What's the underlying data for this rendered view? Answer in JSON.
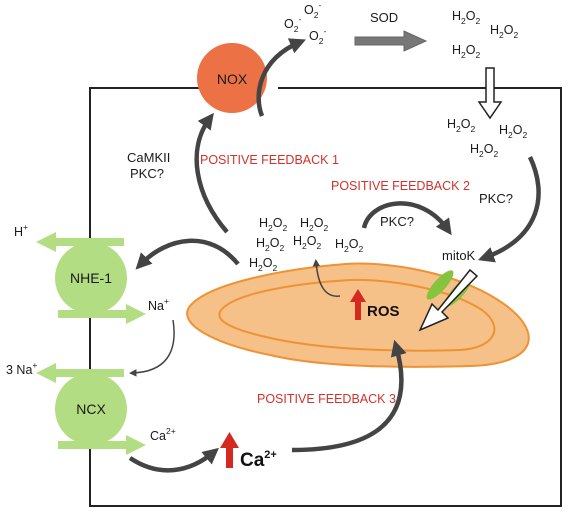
{
  "colors": {
    "nox": "#ec7144",
    "transporter": "#b3dd82",
    "mito_fill": "#f6c089",
    "mito_stroke": "#ee9334",
    "arrow": "#444444",
    "up_arrow": "#d5281f",
    "feedback_text": "#d2322d",
    "mitok": "#86c33f"
  },
  "labels": {
    "nox": "NOX",
    "sod": "SOD",
    "superoxide": {
      "base": "O",
      "sub": "2",
      "sup": "-"
    },
    "h2o2": {
      "base": "H",
      "mid": "O",
      "sub": "2"
    },
    "kinases_left_1": "CaMKII",
    "kinases_left_2": "PKC?",
    "pkc_top": "PKC?",
    "pkc_right": "PKC?",
    "mitok": "mitoK",
    "ros": "ROS",
    "ca": "Ca",
    "ca_sup": "2+",
    "nhe1": "NHE-1",
    "ncx": "NCX",
    "h": "H",
    "h_sup": "+",
    "na": "Na",
    "na_sup": "+",
    "three_na": "3 Na",
    "three_na_sup": "+",
    "ca_small": "Ca",
    "ca_small_sup": "2+",
    "feedback_1": "POSITIVE FEEDBACK 1",
    "feedback_2": "POSITIVE FEEDBACK 2",
    "feedback_3": "POSITIVE FEEDBACK 3"
  }
}
